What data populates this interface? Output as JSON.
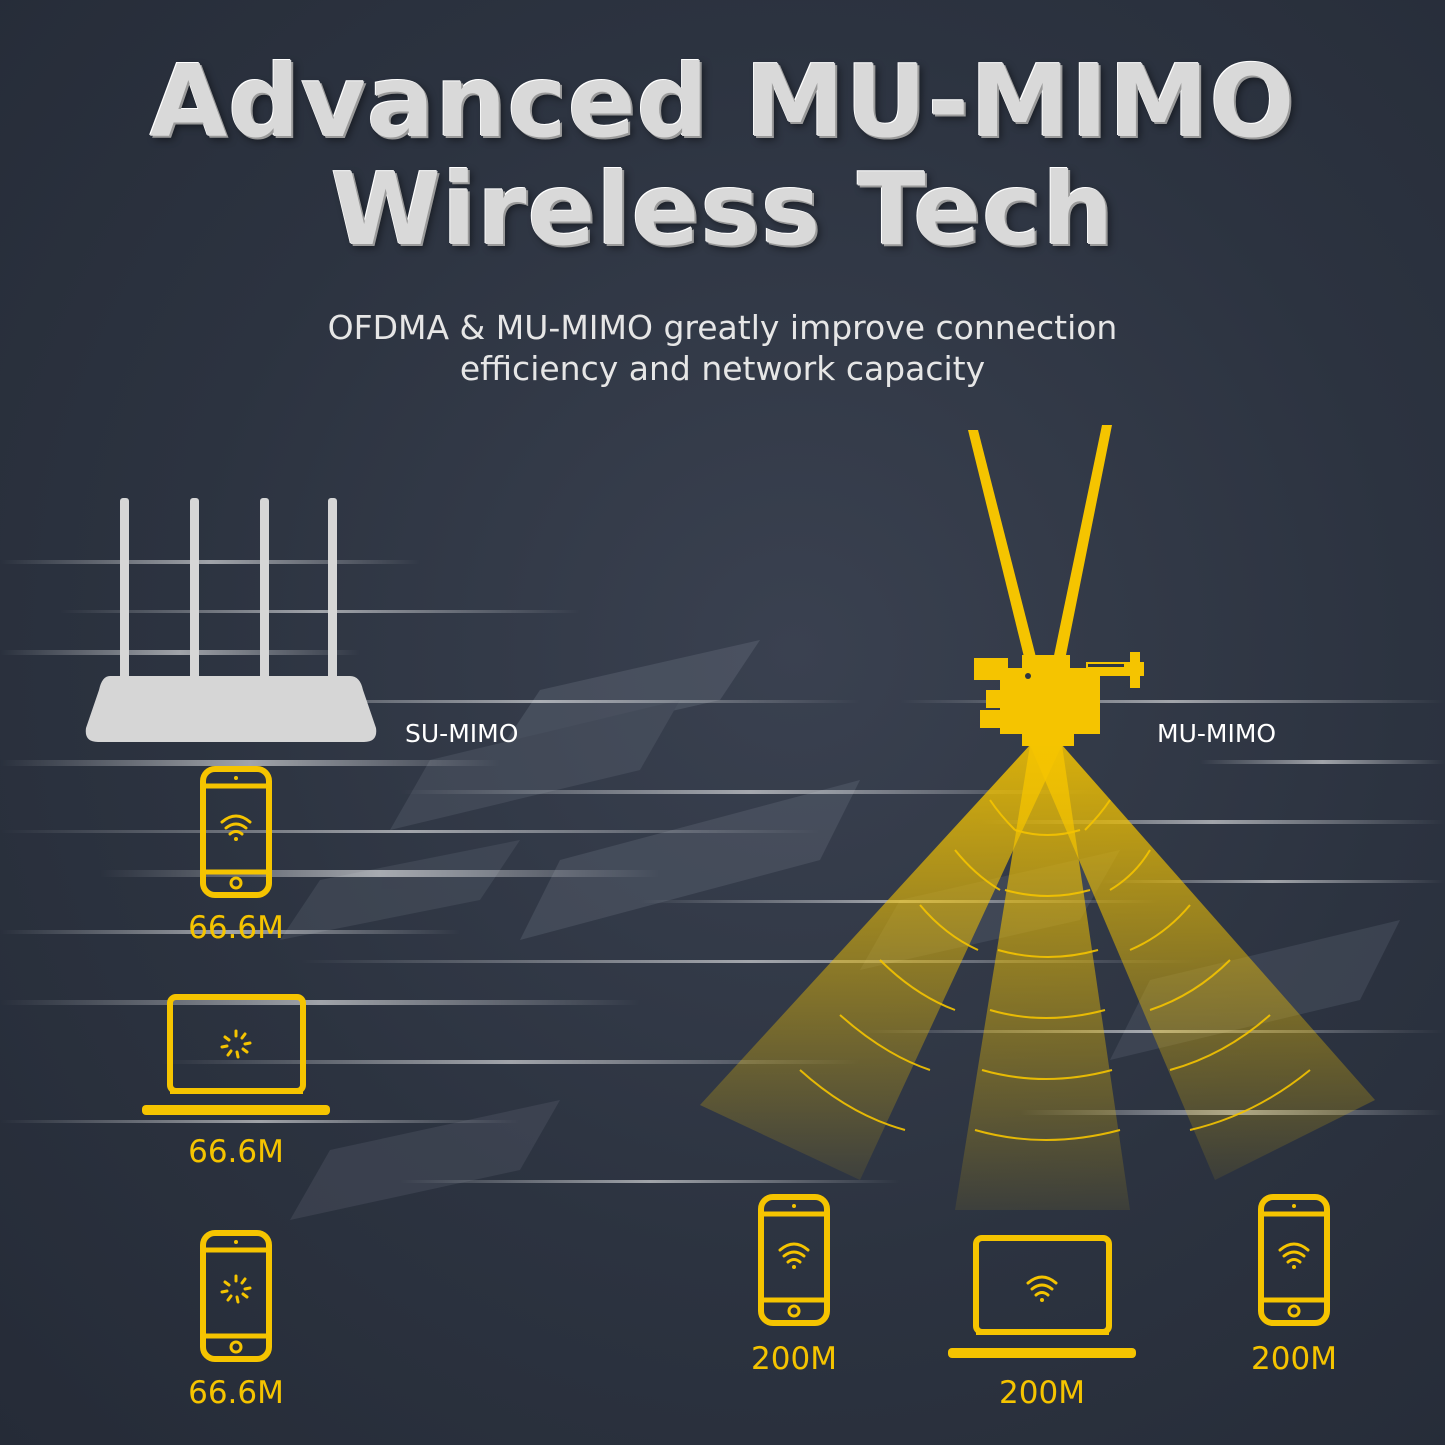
{
  "title": {
    "line1": "Advanced MU-MIMO",
    "line2": "Wireless Tech"
  },
  "subtitle": {
    "line1": "OFDMA & MU-MIMO greatly improve connection",
    "line2": "efficiency and network capacity"
  },
  "colors": {
    "accent": "#f5c400",
    "background": "#2f3643",
    "router_su": "#d6d6d6",
    "title_text": "#d9d9d9"
  },
  "su_mimo": {
    "label": "SU-MIMO",
    "devices": [
      {
        "type": "phone",
        "icon": "wifi-icon",
        "speed": "66.6M"
      },
      {
        "type": "laptop",
        "icon": "loading-icon",
        "speed": "66.6M"
      },
      {
        "type": "phone",
        "icon": "loading-icon",
        "speed": "66.6M"
      }
    ]
  },
  "mu_mimo": {
    "label": "MU-MIMO",
    "devices": [
      {
        "type": "phone",
        "icon": "wifi-icon",
        "speed": "200M"
      },
      {
        "type": "laptop",
        "icon": "wifi-icon",
        "speed": "200M"
      },
      {
        "type": "phone",
        "icon": "wifi-icon",
        "speed": "200M"
      }
    ]
  }
}
